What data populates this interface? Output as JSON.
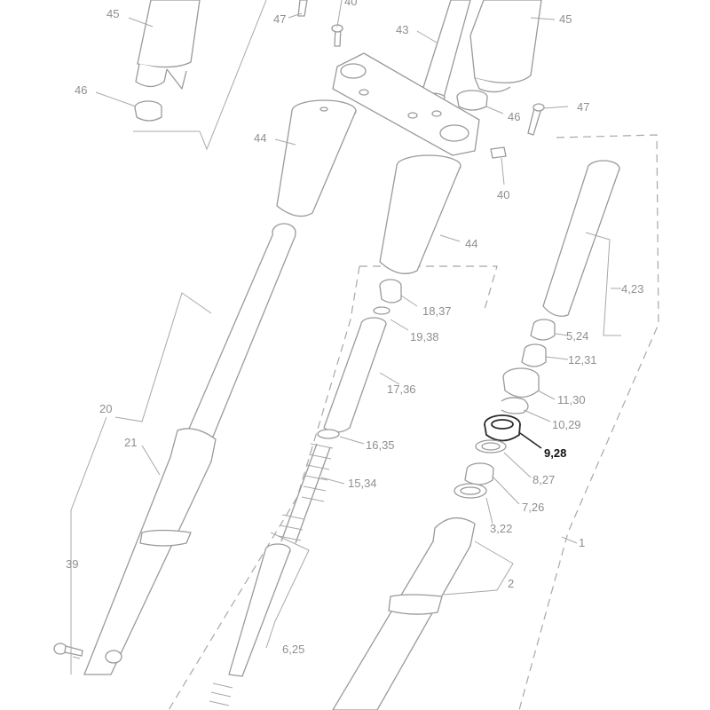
{
  "callouts": {
    "c45a": "45",
    "c47a": "47",
    "c40a": "40",
    "c43": "43",
    "c45b": "45",
    "c46a": "46",
    "c46b": "46",
    "c47b": "47",
    "c44a": "44",
    "c40b": "40",
    "c44b": "44",
    "c423": "4,23",
    "c1837": "18,37",
    "c1938": "19,38",
    "c524": "5,24",
    "c1231": "12,31",
    "c1736": "17,36",
    "c1130": "11,30",
    "c20": "20",
    "c1029": "10,29",
    "c21": "21",
    "c1635": "16,35",
    "c928": "9,28",
    "c827": "8,27",
    "c1534": "15,34",
    "c726": "7,26",
    "c322": "3,22",
    "c39": "39",
    "c1": "1",
    "c2": "2",
    "c625": "6,25"
  },
  "highlight": {
    "part": "9,28",
    "color": "#111111"
  },
  "colors": {
    "line": "#9a9a9a",
    "label": "#8f8f8f",
    "background": "#ffffff"
  }
}
